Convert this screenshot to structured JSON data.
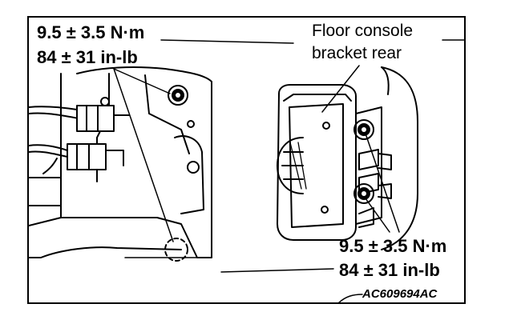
{
  "torque_top_left": {
    "line1": "9.5 ± 3.5 N·m",
    "line2": "84 ± 31 in-lb"
  },
  "torque_bottom_right": {
    "line1": "9.5 ± 3.5 N·m",
    "line2": "84 ± 31 in-lb"
  },
  "callout_bracket": {
    "line1": "Floor console",
    "line2": "bracket rear"
  },
  "figure_code": "AC609694AC"
}
